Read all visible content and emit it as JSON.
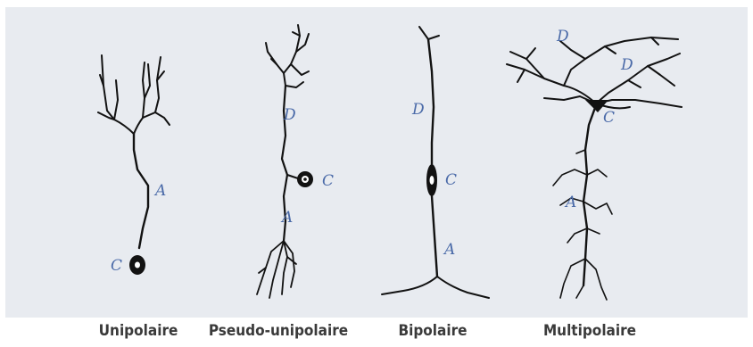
{
  "neurons": [
    {
      "key": "unipolar",
      "caption": "Unipolaire",
      "labels": {
        "axon": "A",
        "cell_body": "C"
      }
    },
    {
      "key": "pseudo",
      "caption": "Pseudo-unipolaire",
      "labels": {
        "dendrite": "D",
        "cell_body": "C",
        "axon": "A"
      }
    },
    {
      "key": "bipolar",
      "caption": "Bipolaire",
      "labels": {
        "dendrite": "D",
        "cell_body": "C",
        "axon": "A"
      }
    },
    {
      "key": "multi",
      "caption": "Multipolaire",
      "labels": {
        "dendrite_1": "D",
        "dendrite_2": "D",
        "cell_body": "C",
        "axon": "A"
      }
    }
  ],
  "colors": {
    "panel": "#e8ebf0",
    "ink": "#121212",
    "label": "#4a6aa8",
    "caption": "#3a3a3a"
  }
}
